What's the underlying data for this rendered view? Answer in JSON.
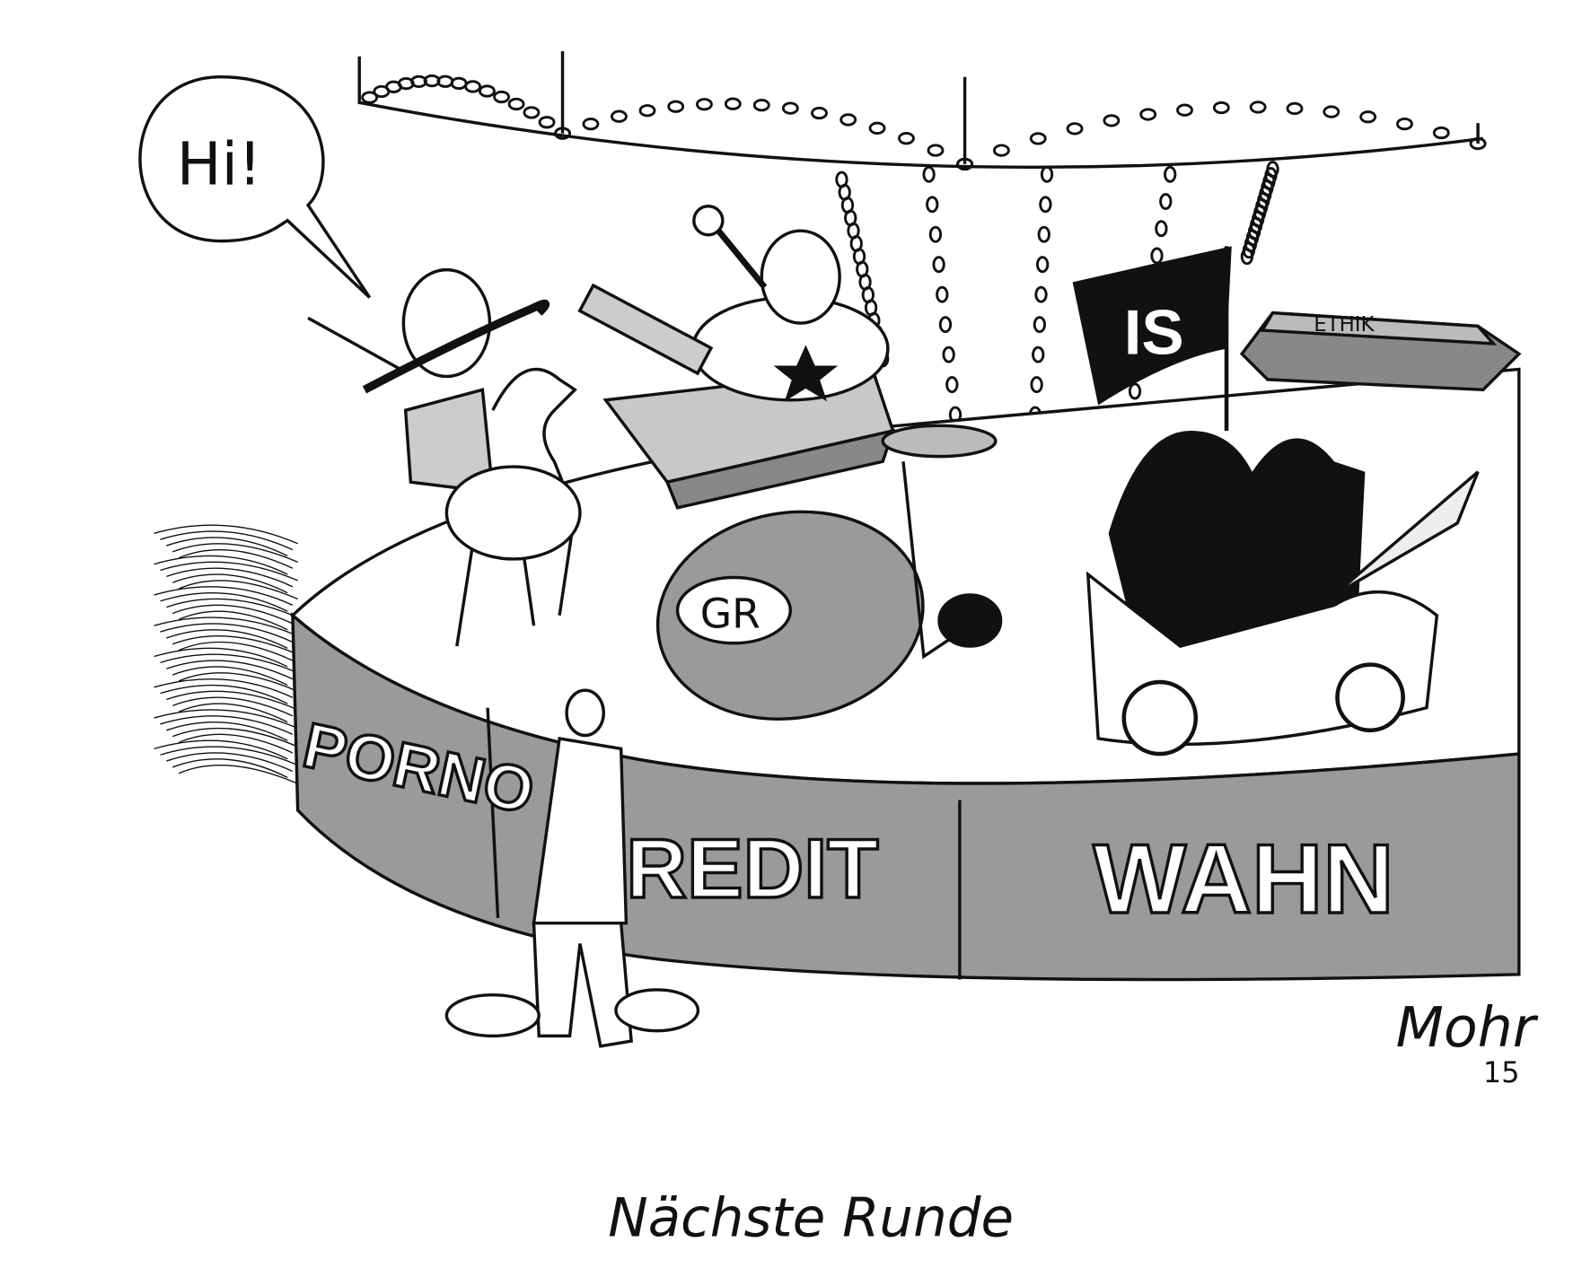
{
  "cartoon": {
    "speech_bubble": "Hi!",
    "flag_text": "IS",
    "coffin_text": "ETHIK",
    "barrel_text": "GR",
    "band_labels": [
      "PORNO",
      "REDIT",
      "WAHN"
    ],
    "signature": "Mohr",
    "signature_year": "15",
    "caption": "Nächste Runde",
    "colors": {
      "ink": "#111111",
      "band_gray": "#9a9a9a",
      "shade_gray": "#b5b5b5",
      "paper": "#ffffff"
    }
  }
}
